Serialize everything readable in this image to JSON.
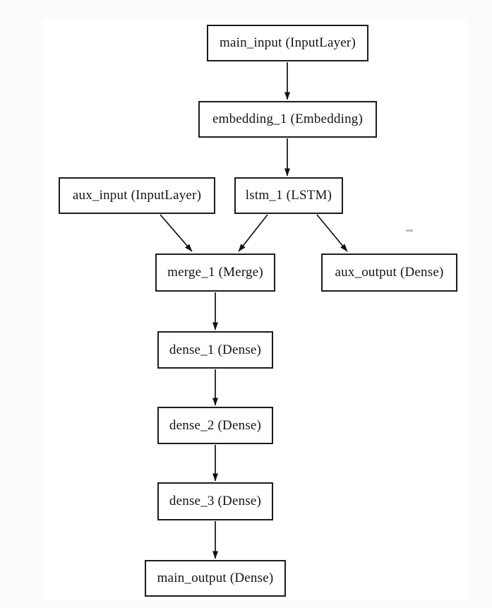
{
  "diagram": {
    "kind": "keras-model-architecture-graph",
    "colors": {
      "page_background": "#fbfbfb",
      "canvas_background": "#ffffff",
      "node_fill": "#ffffff",
      "node_border": "#1c1c1c",
      "edge": "#111111",
      "text": "#141414"
    },
    "nodes": [
      {
        "id": "main_input",
        "label": "main_input (InputLayer)"
      },
      {
        "id": "embedding_1",
        "label": "embedding_1 (Embedding)"
      },
      {
        "id": "aux_input",
        "label": "aux_input (InputLayer)"
      },
      {
        "id": "lstm_1",
        "label": "lstm_1 (LSTM)"
      },
      {
        "id": "merge_1",
        "label": "merge_1 (Merge)"
      },
      {
        "id": "aux_output",
        "label": "aux_output (Dense)"
      },
      {
        "id": "dense_1",
        "label": "dense_1 (Dense)"
      },
      {
        "id": "dense_2",
        "label": "dense_2 (Dense)"
      },
      {
        "id": "dense_3",
        "label": "dense_3 (Dense)"
      },
      {
        "id": "main_output",
        "label": "main_output (Dense)"
      }
    ],
    "edges": [
      {
        "from": "main_input",
        "to": "embedding_1"
      },
      {
        "from": "embedding_1",
        "to": "lstm_1"
      },
      {
        "from": "aux_input",
        "to": "merge_1"
      },
      {
        "from": "lstm_1",
        "to": "merge_1"
      },
      {
        "from": "lstm_1",
        "to": "aux_output"
      },
      {
        "from": "merge_1",
        "to": "dense_1"
      },
      {
        "from": "dense_1",
        "to": "dense_2"
      },
      {
        "from": "dense_2",
        "to": "dense_3"
      },
      {
        "from": "dense_3",
        "to": "main_output"
      }
    ]
  }
}
